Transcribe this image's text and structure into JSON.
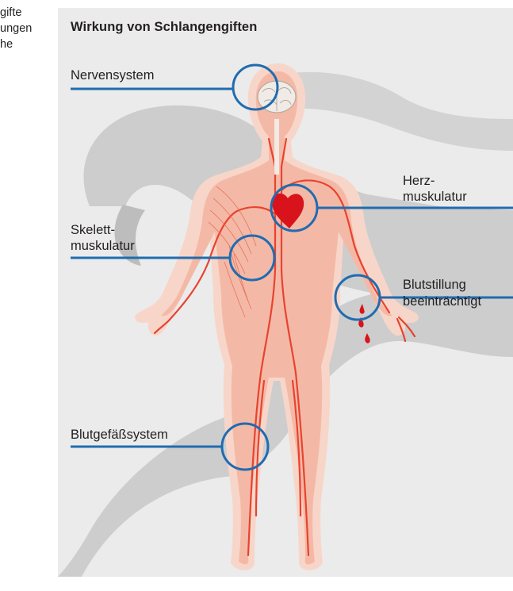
{
  "side_text": [
    "gifte",
    "ungen",
    "he"
  ],
  "title": "Wirkung von Schlangengiften",
  "labels": {
    "nerven": "Nervensystem",
    "herz_1": "Herz-",
    "herz_2": "muskulatur",
    "skelett_1": "Skelett-",
    "skelett_2": "muskulatur",
    "blutstillung_1": "Blutstillung",
    "blutstillung_2": "beeinträchtigt",
    "gefaess": "Blutgefäßsystem"
  },
  "colors": {
    "panel": "#ebebeb",
    "snake": "#c9c9c9",
    "body_outer": "#f7d6c9",
    "body_inner": "#f4b9a6",
    "vessel": "#e8432f",
    "heart": "#d9131b",
    "callout": "#1f6cb0"
  },
  "icons": [
    "body-figure",
    "snake-silhouette",
    "brain-icon",
    "heart-icon",
    "blood-drop-icon"
  ]
}
